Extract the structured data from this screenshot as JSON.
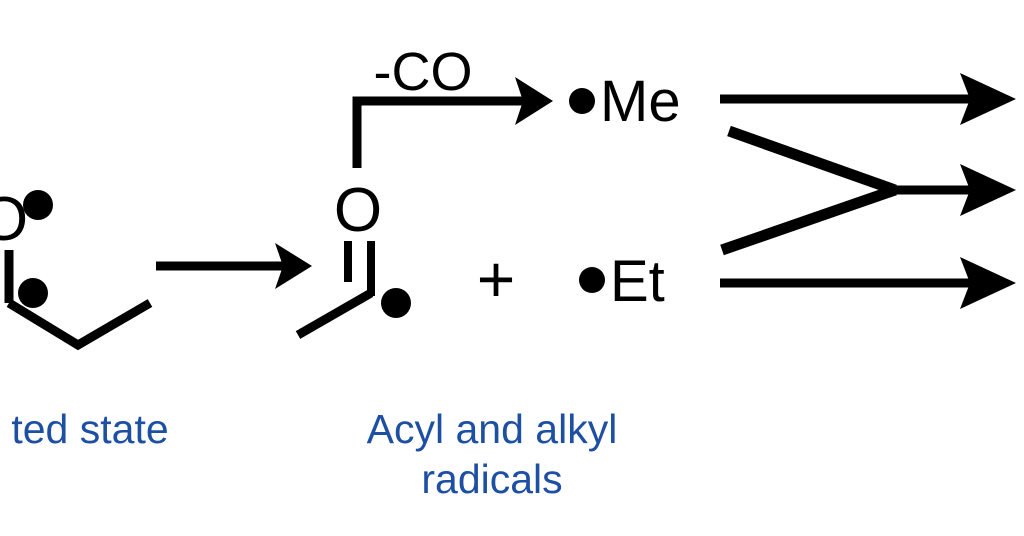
{
  "diagram": {
    "type": "chemical-reaction-scheme",
    "title_visible": false,
    "background_color": "#ffffff",
    "bond_color": "#000000",
    "caption_color": "#1d4fa3"
  },
  "captions": {
    "left": "ted state",
    "right_line1": "Acyl and alkyl",
    "right_line2": "radicals"
  },
  "structures": {
    "excited_ketone": {
      "name": "excited-state-diradical-ketone",
      "oxygen_label": "O",
      "radical_dot_count": 2,
      "clipped_at_left_edge": true
    },
    "acyl_radical": {
      "name": "acetyl-radical",
      "oxygen_label": "O",
      "radical_dot_count": 1,
      "bond_type": "double"
    }
  },
  "species": {
    "methyl_radical": "Me",
    "ethyl_radical": "Et",
    "plus_sign": "+",
    "radical_dot_glyph": "•"
  },
  "arrows": {
    "main_reaction": {
      "label": "",
      "direction": "right"
    },
    "decarbonylation": {
      "label": "-CO",
      "direction": "right",
      "shape": "elbow"
    },
    "product_top": {
      "label": "",
      "direction": "right"
    },
    "product_converging": {
      "label": "",
      "direction": "right",
      "shape": "converging"
    },
    "product_bottom": {
      "label": "",
      "direction": "right"
    }
  }
}
